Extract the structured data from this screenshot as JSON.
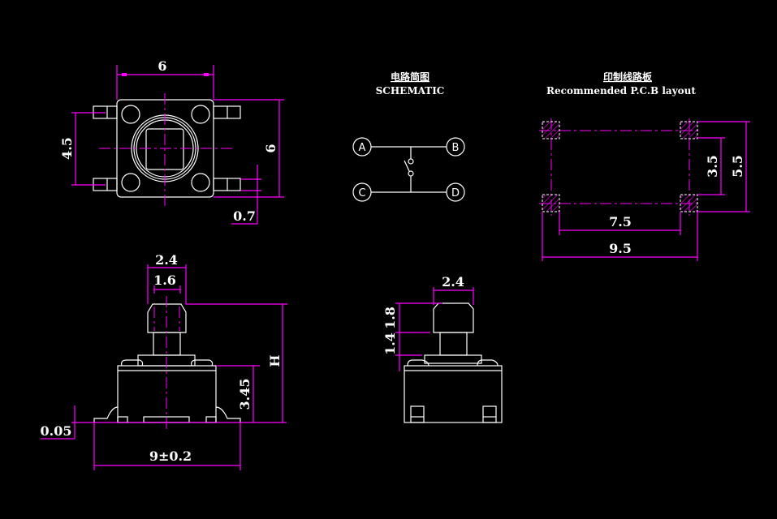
{
  "colors": {
    "background": "#000000",
    "outline": "#ffffff",
    "dimension": "#ff00ff"
  },
  "top_view": {
    "width": "6",
    "pin_pitch": "4.5",
    "height": "6",
    "pin_width": "0.7"
  },
  "side_view": {
    "cap_width": "2.4",
    "stem_width": "1.6",
    "total_height": "H",
    "body_height": "3.45",
    "foot_offset": "0.05",
    "overall_length": "9±0.2"
  },
  "side_view_2": {
    "cap_width": "2.4",
    "cap_height": "1.8",
    "stem_height": "1.4"
  },
  "schematic": {
    "title_cn": "电路简图",
    "title_en": "SCHEMATIC",
    "terminals": [
      "A",
      "B",
      "C",
      "D"
    ]
  },
  "pcb": {
    "title_cn": "印制线路板",
    "title_en": "Recommended P.C.B layout",
    "inner_height": "3.5",
    "outer_height": "5.5",
    "inner_width": "7.5",
    "outer_width": "9.5"
  }
}
